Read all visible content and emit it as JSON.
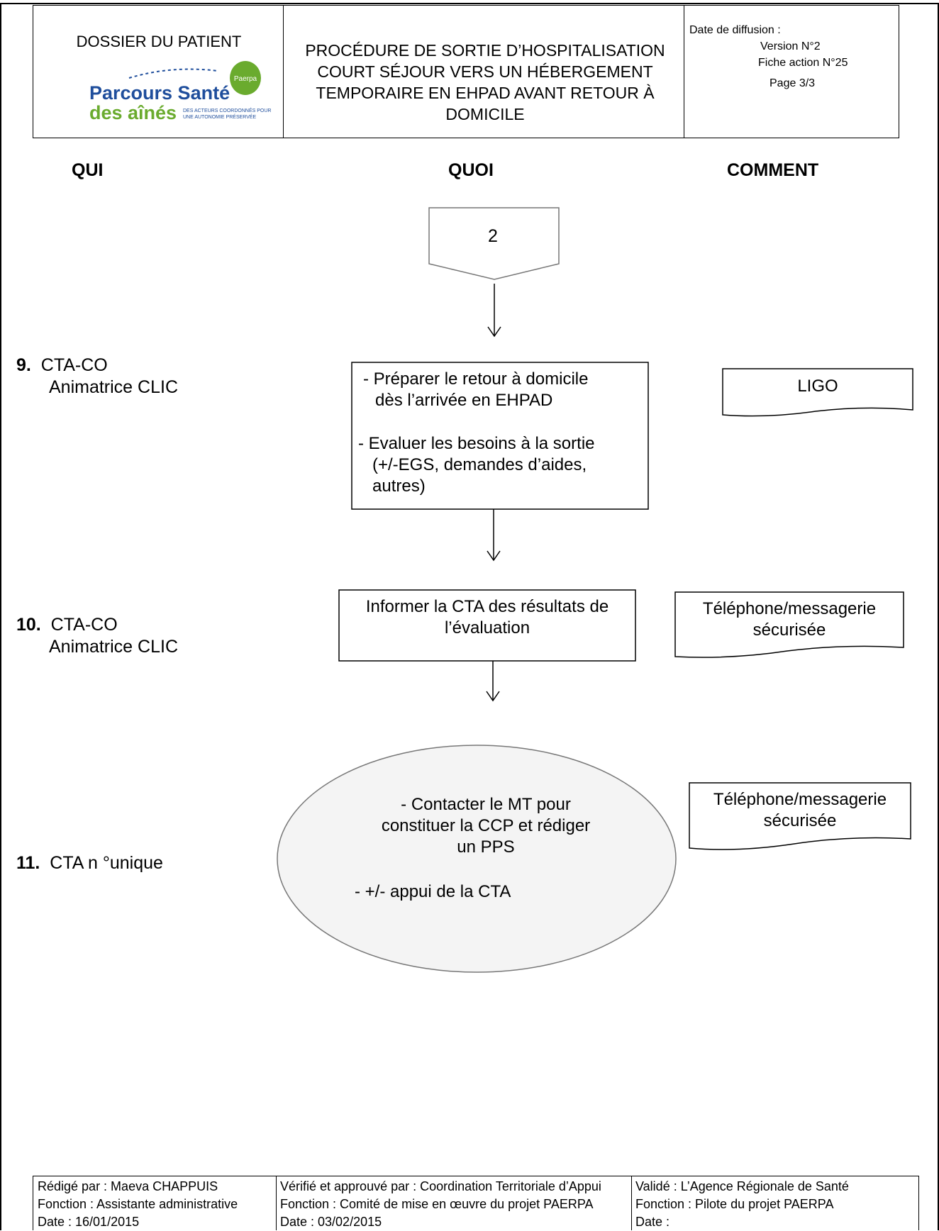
{
  "header": {
    "left_title": "DOSSIER DU PATIENT",
    "logo": {
      "line1": "Parcours Santé",
      "line2": "des aînés",
      "badge": "Paerpa",
      "tagline1": "DES ACTEURS COORDONNÉS POUR",
      "tagline2": "UNE AUTONOMIE PRÉSERVÉE"
    },
    "center_title_lines": [
      "PROCÉDURE DE SORTIE D’HOSPITALISATION",
      "COURT SÉJOUR VERS UN HÉBERGEMENT",
      "TEMPORAIRE EN EHPAD AVANT RETOUR À",
      "DOMICILE"
    ],
    "date_label": "Date de diffusion :",
    "version": "Version N°2",
    "fiche": "Fiche action N°25",
    "page": "Page 3/3"
  },
  "columns": {
    "qui": "QUI",
    "quoi": "QUOI",
    "comment": "COMMENT"
  },
  "connector": {
    "label": "2"
  },
  "steps": [
    {
      "number": "9.",
      "who_lines": [
        "CTA-CO",
        "Animatrice CLIC"
      ],
      "what_lines": [
        "-  Préparer le retour à domicile",
        "dès l’arrivée en EHPAD",
        "-  Evaluer les besoins à la sortie",
        "(+/-EGS, demandes d’aides,",
        "autres)"
      ],
      "how_lines": [
        "LIGO"
      ]
    },
    {
      "number": "10.",
      "who_lines": [
        "CTA-CO",
        "Animatrice CLIC"
      ],
      "what_lines": [
        "Informer la CTA des résultats de",
        "l’évaluation"
      ],
      "how_lines": [
        "Téléphone/messagerie",
        "sécurisée"
      ]
    },
    {
      "number": "11.",
      "who_lines": [
        "CTA n °unique"
      ],
      "what_lines": [
        "-   Contacter le MT pour",
        "constituer la CCP et rédiger",
        "un PPS",
        "-   +/-  appui de la CTA"
      ],
      "how_lines": [
        "Téléphone/messagerie",
        "sécurisée"
      ]
    }
  ],
  "footer": [
    {
      "redige": "Rédigé par : Maeva CHAPPUIS",
      "fonction": "Fonction : Assistante administrative",
      "date": "Date : 16/01/2015"
    },
    {
      "redige": "Vérifié et approuvé par : Coordination Territoriale d’Appui",
      "fonction": "Fonction : Comité de mise en œuvre du projet PAERPA",
      "date": "Date : 03/02/2015"
    },
    {
      "redige": "Validé : L’Agence Régionale de Santé",
      "fonction": "Fonction : Pilote du projet PAERPA",
      "date": "Date :"
    }
  ],
  "colors": {
    "logo_blue": "#1f4e9c",
    "logo_green": "#6aab2e",
    "ellipse_fill": "#f4f4f4"
  }
}
